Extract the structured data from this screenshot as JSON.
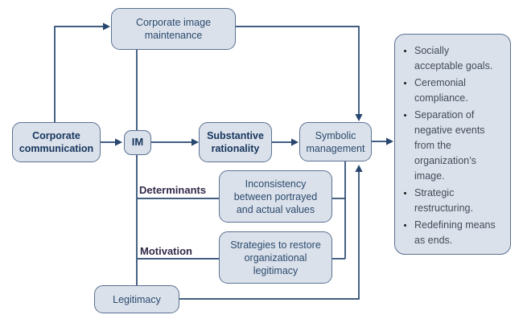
{
  "diagram": {
    "boxes": {
      "corporate_image_maintenance": "Corporate image\nmaintenance",
      "corporate_communication": "Corporate\ncommunication",
      "im": "IM",
      "substantive_rationality": "Substantive\nrationality",
      "symbolic_management": "Symbolic\nmanagement",
      "inconsistency": "Inconsistency\nbetween portrayed\nand actual values",
      "strategies": "Strategies to restore\norganizational\nlegitimacy",
      "legitimacy": "Legitimacy"
    },
    "labels": {
      "determinants": "Determinants",
      "motivation": "Motivation"
    },
    "panel": {
      "items": [
        "Socially\nacceptable goals.",
        "Ceremonial\ncompliance.",
        "Separation of\nnegative events\nfrom the\norganization’s\nimage.",
        "Strategic\nrestructuring.",
        "Redefining means\nas ends."
      ]
    },
    "colors": {
      "box_fill": "#dbe1ea",
      "box_border": "#5a7192",
      "connector": "#27476f",
      "bold_text": "#16355e",
      "node_text": "#2b4a6e",
      "panel_text": "#414c5b",
      "label_text": "#33294a"
    }
  }
}
